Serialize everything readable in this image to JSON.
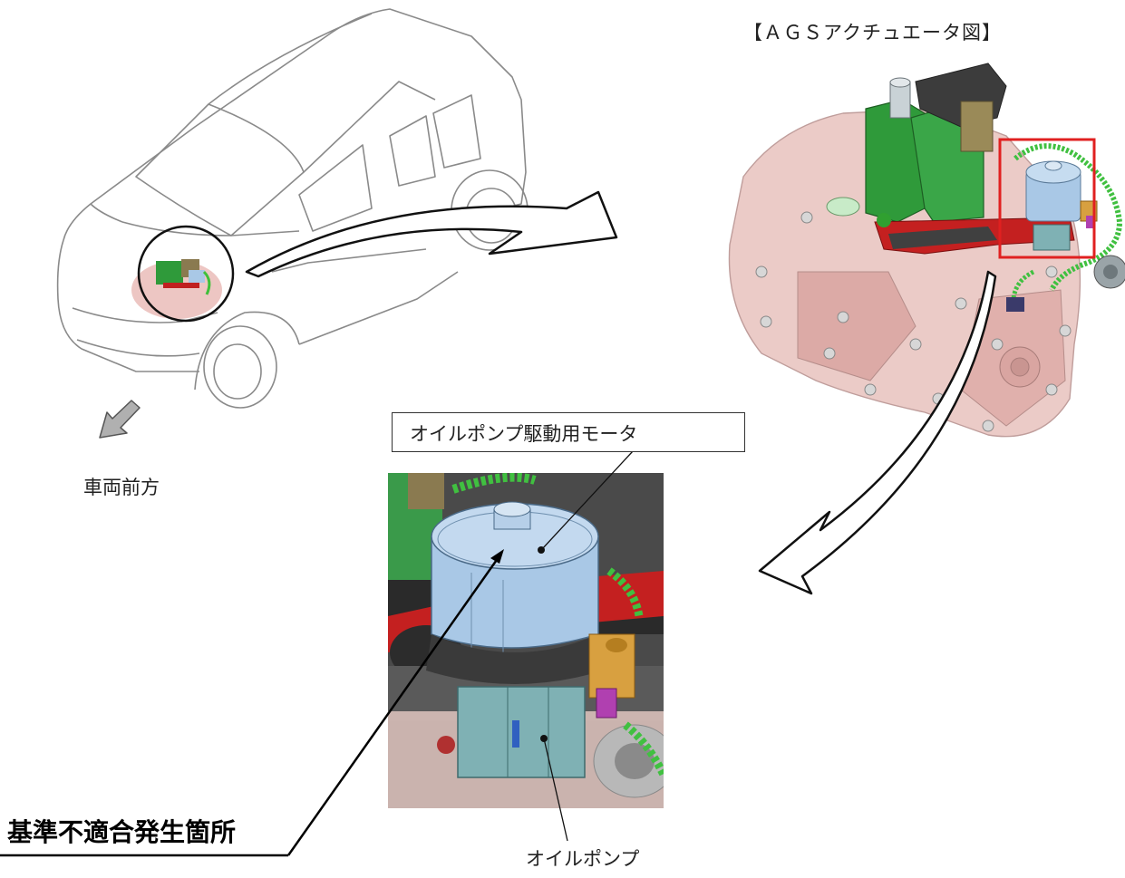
{
  "labels": {
    "diagram_title": "【ＡＧＳアクチュエータ図】",
    "vehicle_front": "車両前方",
    "motor_label": "オイルポンプ駆動用モータ",
    "pump_label": "オイルポンプ",
    "nonconformity_location": "基準不適合発生箇所"
  },
  "colors": {
    "transmission_pink": "#e8b8b4",
    "actuator_green": "#2f9a3a",
    "motor_blue": "#a9c8e6",
    "pump_teal": "#7fb1b4",
    "connector_yellow": "#d8a040",
    "connector_purple": "#b040b0",
    "highlight_red": "#e02020",
    "outline": "#555555"
  }
}
